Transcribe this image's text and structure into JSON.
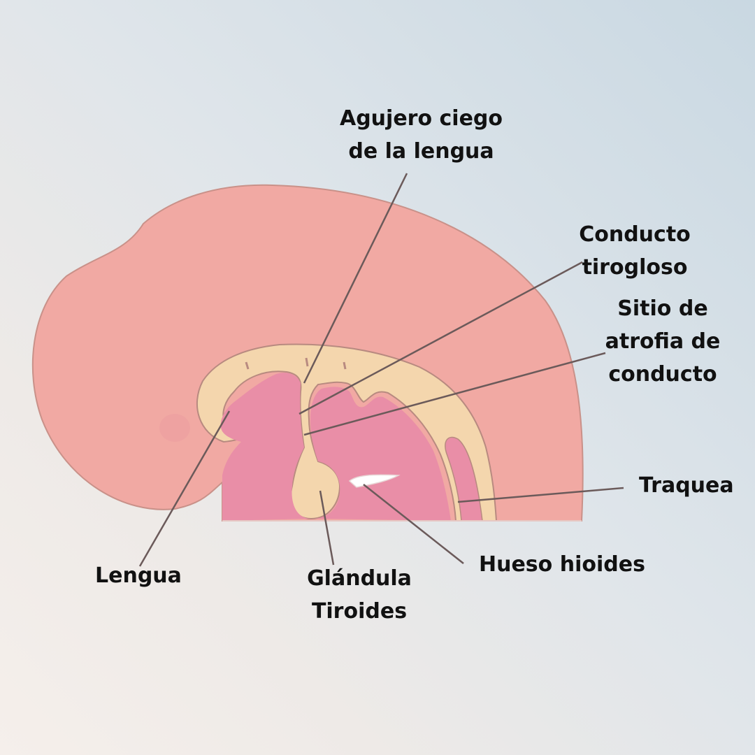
{
  "labels": {
    "foramen_cecum": [
      "Agujero ciego",
      "de la lengua"
    ],
    "thyroglossal_duct": [
      "Conducto",
      "tirogloso"
    ],
    "duct_atrophy_site": [
      "Sitio de",
      "atrofia de",
      "conducto"
    ],
    "trachea": "Traquea",
    "tongue": "Lengua",
    "thyroid_gland": [
      "Glándula",
      "Tiroides"
    ],
    "hyoid_bone": "Hueso hioides"
  },
  "colors": {
    "head_outer": "#f1a9a3",
    "tongue_inner": "#e98ea7",
    "duct_tissue": "#f4d6ad",
    "outline": "#b88a80",
    "leader_line": "#6b5a5a",
    "hyoid": "#ffffff"
  }
}
